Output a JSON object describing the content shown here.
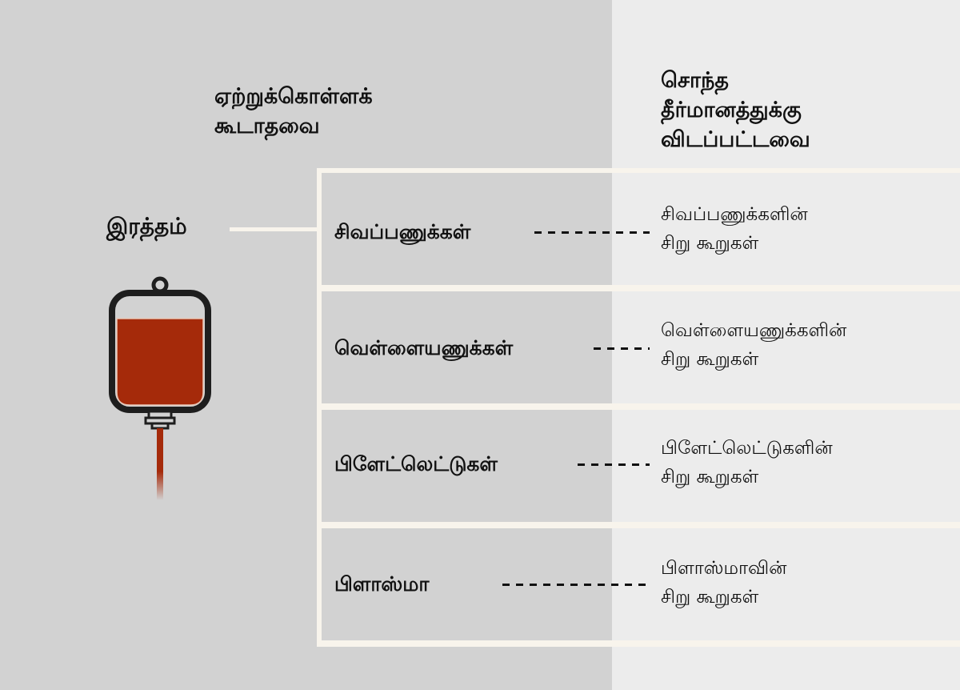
{
  "headings": {
    "not_acceptable": [
      "ஏற்றுக்கொள்ளக்",
      "கூடாதவை"
    ],
    "personal_decision": [
      "சொந்த",
      "தீர்மானத்துக்கு",
      "விடப்பட்டவை"
    ]
  },
  "source": {
    "label": "இரத்தம்",
    "icon": "blood-bag-icon"
  },
  "components": [
    {
      "label": "சிவப்பணுக்கள்",
      "fraction_lines": [
        "சிவப்பணுக்களின்",
        "சிறு கூறுகள்"
      ]
    },
    {
      "label": "வெள்ளையணுக்கள்",
      "fraction_lines": [
        "வெள்ளையணுக்களின்",
        "சிறு கூறுகள்"
      ]
    },
    {
      "label": "பிளேட்லெட்டுகள்",
      "fraction_lines": [
        "பிளேட்லெட்டுகளின்",
        "சிறு கூறுகள்"
      ]
    },
    {
      "label": "பிளாஸ்மா",
      "fraction_lines": [
        "பிளாஸ்மாவின்",
        "சிறு கூறுகள்"
      ]
    }
  ],
  "colors": {
    "left_panel": "#d2d2d2",
    "right_panel": "#ececec",
    "divider": "#f8f4ec",
    "blood": "#a52a0a",
    "bag_outline": "#1e1e1e"
  }
}
